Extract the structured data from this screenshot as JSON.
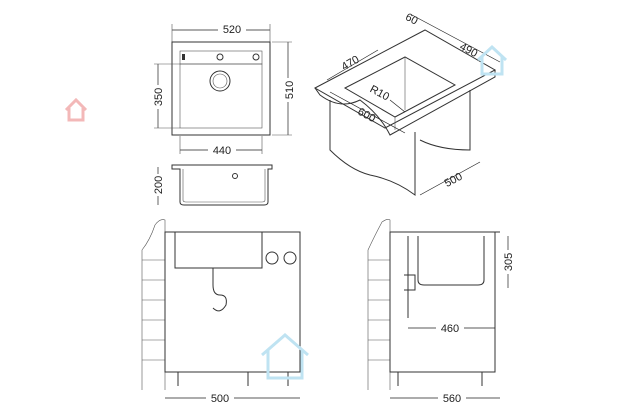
{
  "dimensions": {
    "top_width": "520",
    "top_depth": "510",
    "bowl_depth": "350",
    "bowl_width": "440",
    "bowl_height": "200",
    "iso_edge": "60",
    "iso_cutout_depth": "490",
    "iso_cutout_width": "470",
    "iso_radius": "R10",
    "iso_worktop": "600",
    "iso_cabinet": "500",
    "front_cabinet": "500",
    "side_height": "305",
    "side_depth": "460",
    "side_cabinet": "560"
  },
  "colors": {
    "line": "#333333",
    "watermark_pink": "#f3b8b8",
    "watermark_blue": "#bfe3f2"
  }
}
